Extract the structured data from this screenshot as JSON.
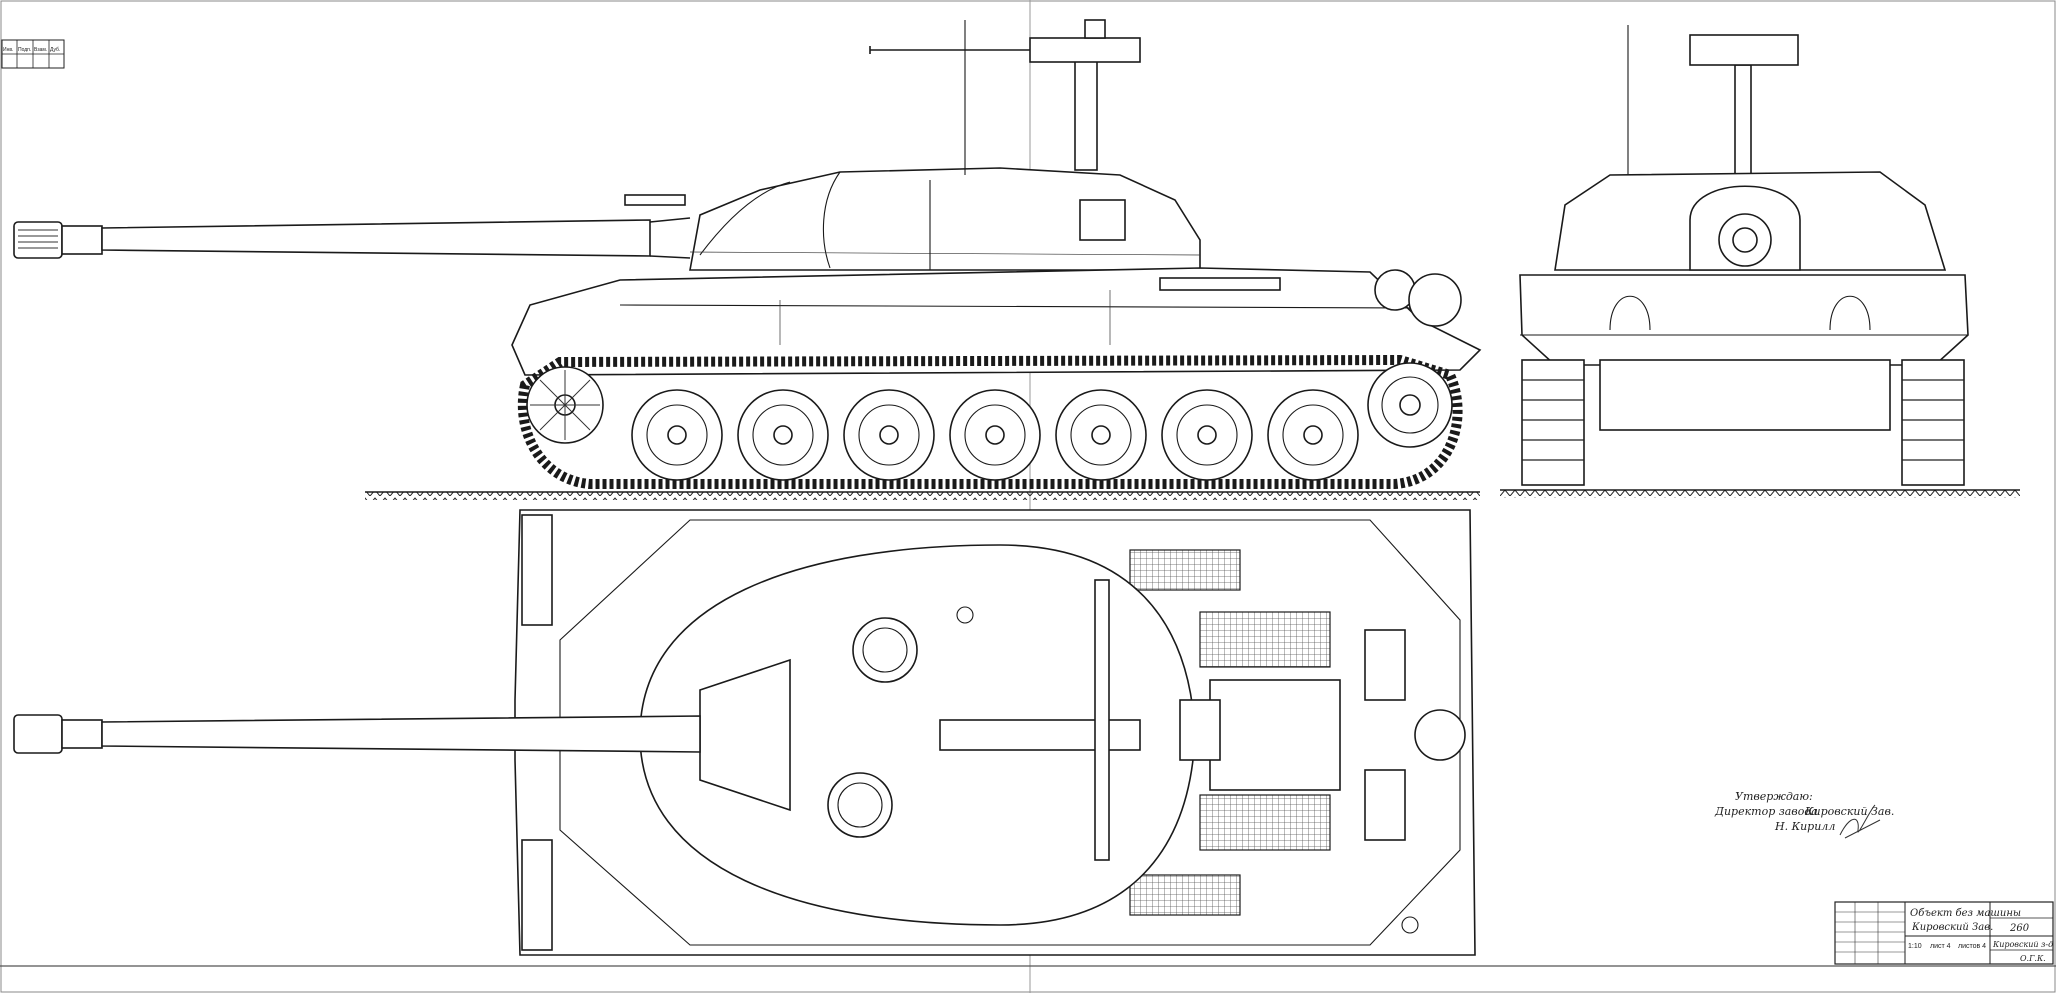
{
  "approval": {
    "line1": "Утверждаю:",
    "line2": "Директор завода",
    "line3": "Кировский Зав.",
    "line4": "Н. Кирилл"
  },
  "title_block": {
    "object_title": "Объект без машины",
    "object_subtitle": "Кировский Зав.",
    "doc_number": "260",
    "sheet_label": "лист 4",
    "sheet_total": "листов 4",
    "scale": "1:10",
    "plant": "Кировский з-д",
    "dept": "О.Г.К."
  },
  "corner_header": [
    "Инв.",
    "Подп.",
    "Взам.",
    "Дуб."
  ],
  "colors": {
    "ink": "#1a1a1a",
    "paper": "#ffffff",
    "grille": "#555555"
  }
}
